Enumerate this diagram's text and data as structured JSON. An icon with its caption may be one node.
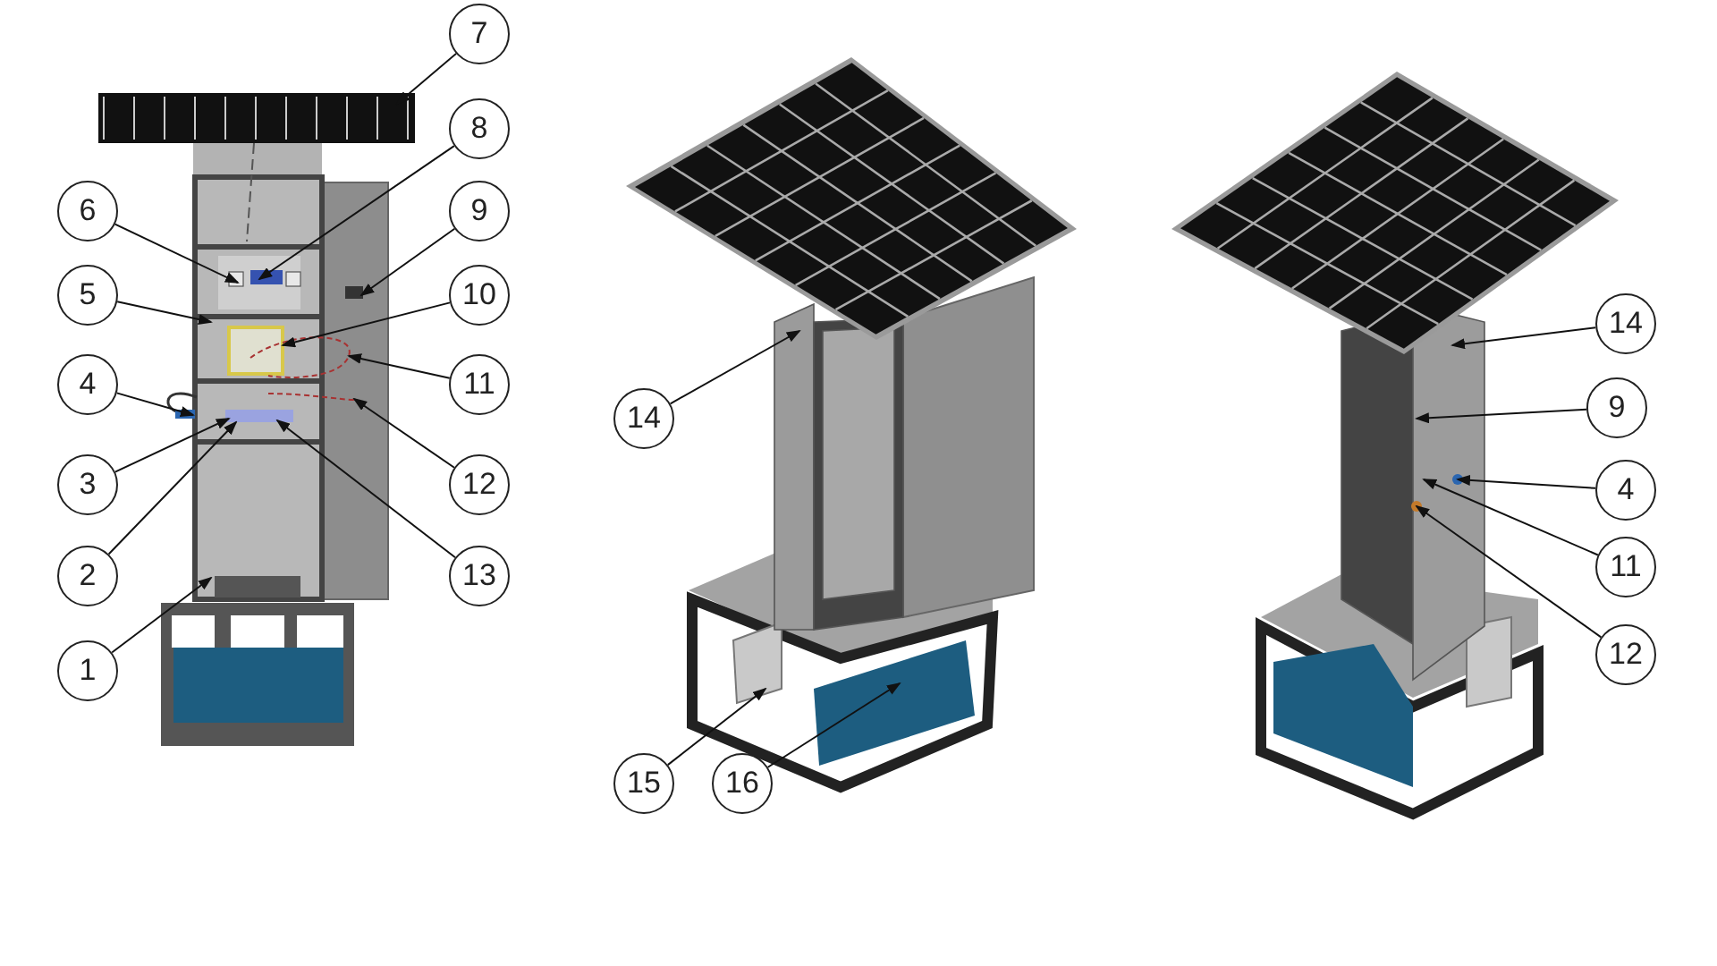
{
  "diagram": {
    "nodes": [
      {
        "text": [
          "7"
        ]
      },
      {
        "text": [
          "8"
        ]
      },
      {
        "text": [
          "6"
        ]
      },
      {
        "text": [
          "9"
        ]
      },
      {
        "text": [
          "5"
        ]
      },
      {
        "text": [
          "10"
        ]
      },
      {
        "text": [
          "4"
        ]
      },
      {
        "text": [
          "11"
        ]
      },
      {
        "text": [
          "3"
        ]
      },
      {
        "text": [
          "12"
        ]
      },
      {
        "text": [
          "2"
        ]
      },
      {
        "text": [
          "13"
        ]
      },
      {
        "text": [
          "1"
        ]
      },
      {
        "text": [
          "14"
        ]
      },
      {
        "text": [
          "15"
        ]
      },
      {
        "text": [
          "16"
        ]
      },
      {
        "text": [
          "14"
        ]
      },
      {
        "text": [
          "9"
        ]
      },
      {
        "text": [
          "4"
        ]
      },
      {
        "text": [
          "11"
        ]
      },
      {
        "text": [
          "12"
        ]
      }
    ],
    "edges": [
      {
        "from": 0,
        "to": null,
        "arrow": "to"
      },
      {
        "from": 1,
        "to": null,
        "arrow": "to"
      },
      {
        "from": 2,
        "to": null,
        "arrow": "to"
      },
      {
        "from": 3,
        "to": null,
        "arrow": "to"
      },
      {
        "from": 4,
        "to": null,
        "arrow": "to"
      },
      {
        "from": 5,
        "to": null,
        "arrow": "to"
      },
      {
        "from": 6,
        "to": null,
        "arrow": "to"
      },
      {
        "from": 7,
        "to": null,
        "arrow": "to"
      },
      {
        "from": 8,
        "to": null,
        "arrow": "to"
      },
      {
        "from": 9,
        "to": null,
        "arrow": "to"
      },
      {
        "from": 10,
        "to": null,
        "arrow": "to"
      },
      {
        "from": 11,
        "to": null,
        "arrow": "to"
      },
      {
        "from": 12,
        "to": null,
        "arrow": "to"
      },
      {
        "from": 13,
        "to": null,
        "arrow": "to"
      },
      {
        "from": 14,
        "to": null,
        "arrow": "to"
      },
      {
        "from": 15,
        "to": null,
        "arrow": "to"
      },
      {
        "from": 16,
        "to": null,
        "arrow": "to"
      },
      {
        "from": 17,
        "to": null,
        "arrow": "to"
      },
      {
        "from": 18,
        "to": null,
        "arrow": "to"
      },
      {
        "from": 19,
        "to": null,
        "arrow": "to"
      },
      {
        "from": 20,
        "to": null,
        "arrow": "to"
      }
    ]
  }
}
